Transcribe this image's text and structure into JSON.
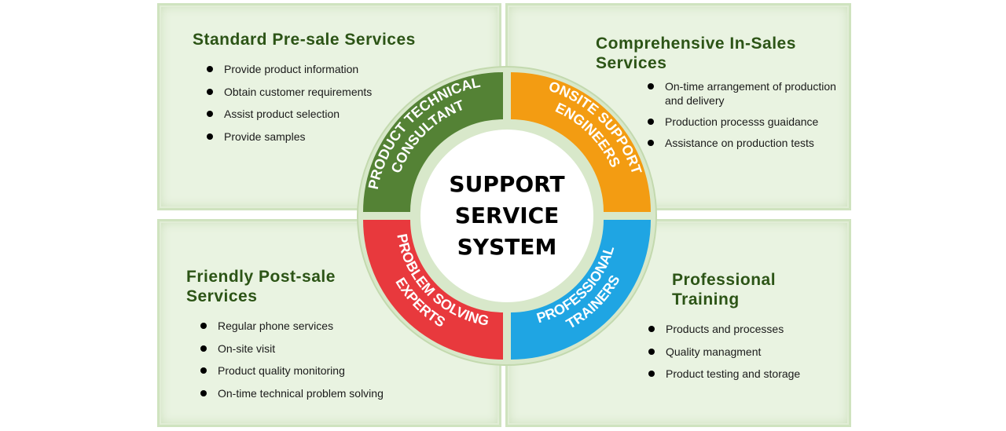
{
  "center": {
    "lines": [
      "SUPPORT",
      "SERVICE",
      "SYSTEM"
    ]
  },
  "segments": [
    {
      "id": "tl",
      "lines": [
        "PRODUCT TECHNICAL",
        "CONSULTANT"
      ],
      "color": "#548235"
    },
    {
      "id": "tr",
      "lines": [
        "ONSITE SUPPORT",
        "ENGINEERS"
      ],
      "color": "#f39c12"
    },
    {
      "id": "br",
      "lines": [
        "PROFESSIONAL",
        "TRAINERS"
      ],
      "color": "#1fa5e3"
    },
    {
      "id": "bl",
      "lines": [
        "PROBLEM SOLVING",
        "EXPERTS"
      ],
      "color": "#e8393d"
    }
  ],
  "panels": {
    "top_left": {
      "title": "Standard Pre-sale Services",
      "items": [
        "Provide product information",
        "Obtain customer requirements",
        "Assist product selection",
        "Provide samples"
      ]
    },
    "top_right": {
      "title": "Comprehensive In-Sales Services",
      "items": [
        "On-time arrangement of production and delivery",
        "Production processs guaidance",
        "Assistance on production tests"
      ]
    },
    "bottom_left": {
      "title": "Friendly Post-sale Services",
      "items": [
        "Regular phone services",
        "On-site visit",
        "Product quality monitoring",
        "On-time technical problem solving"
      ]
    },
    "bottom_right": {
      "title": "Professional Training",
      "items": [
        "Products and processes",
        "Quality managment",
        "Product testing and storage"
      ]
    }
  },
  "colors": {
    "title": "#2c5416",
    "panel_bg": "#e9f3e1",
    "ring_bg": "#d8e8ca"
  }
}
